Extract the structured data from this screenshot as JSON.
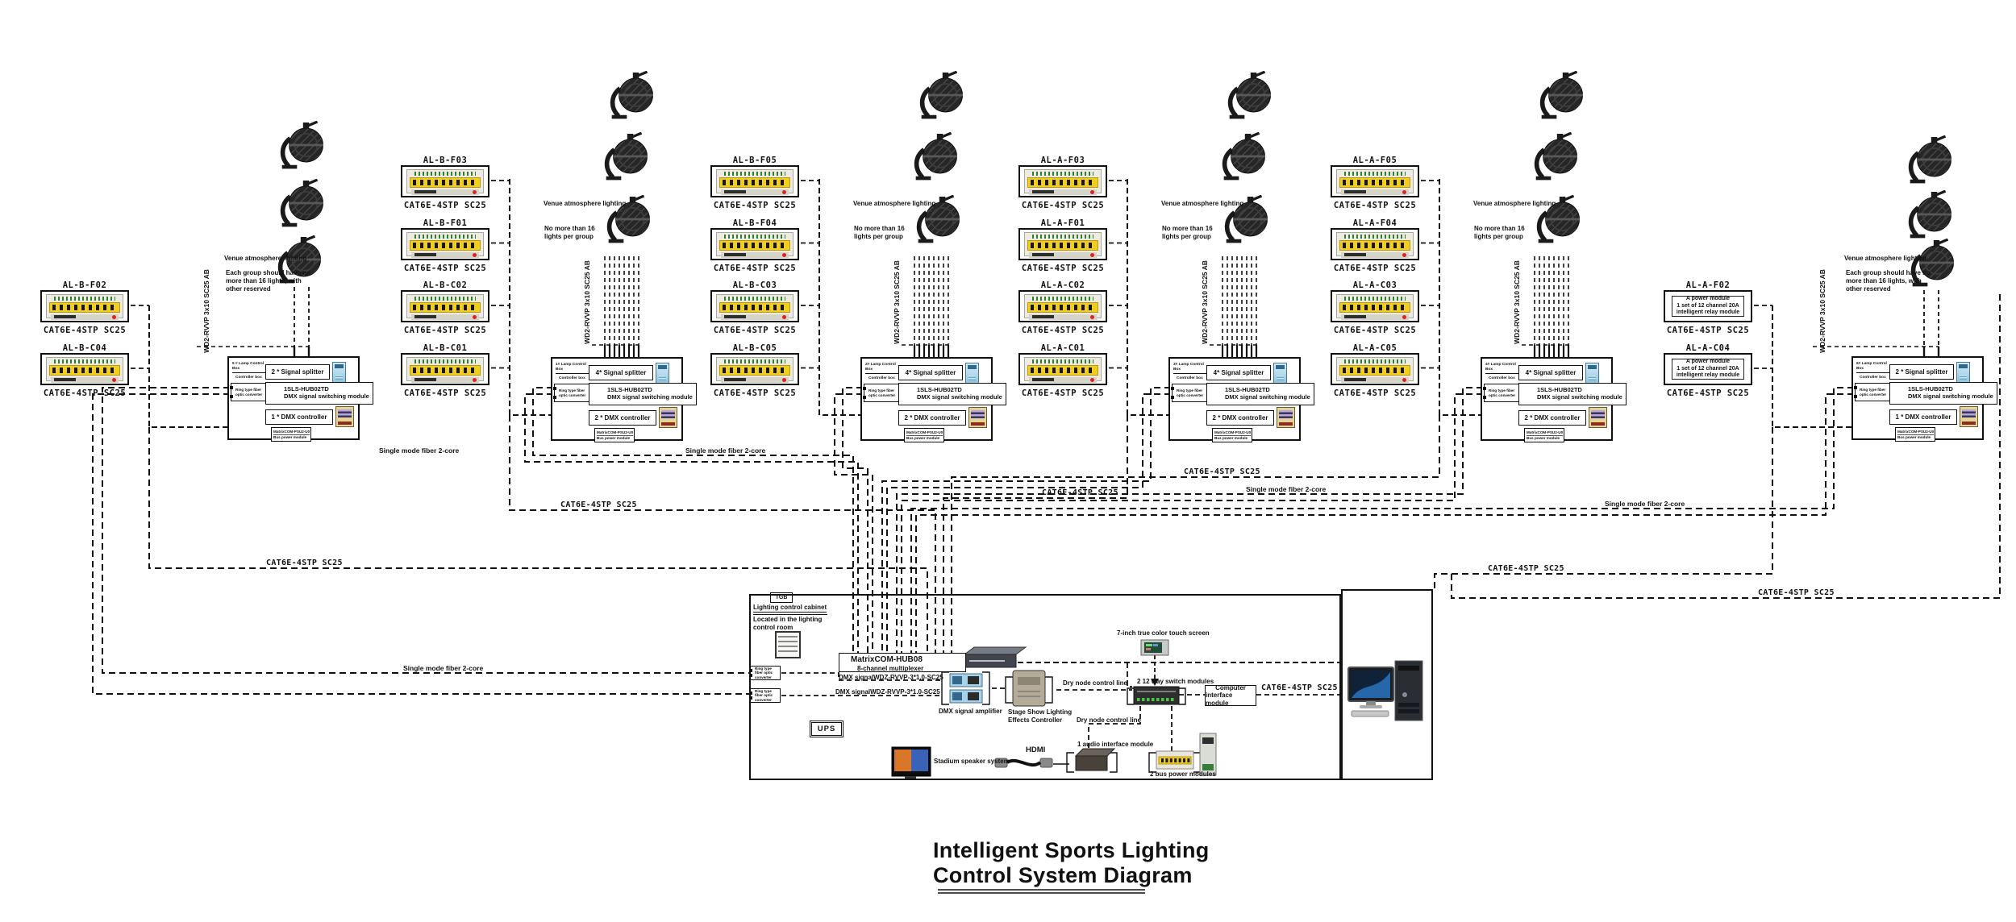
{
  "title": {
    "line1": "Intelligent Sports Lighting",
    "line2": "Control System Diagram"
  },
  "shared": {
    "cable": "CAT6E-4STP SC25",
    "fiber": "Single mode fiber 2-core",
    "branch_cable": "WD2-RVVP 3x10 SC25 AB",
    "venue": "Venue atmosphere lighting",
    "converter": "Ring type fiber optic converter",
    "hub_model": "1SLS-HUB02TD",
    "hub_desc": "DMX signal switching module",
    "bus_model": "MatrixCOM-PSU2-U0",
    "bus_desc": "Bus power module",
    "controller_sub": "Controller box",
    "power_line1": "A power module",
    "power_line2": "1 set of 12 channel 20A",
    "power_line3": "intelligent relay module"
  },
  "clusters": [
    {
      "box_label": "5 # Lamp Control Box",
      "splitter": "2 * Signal splitter",
      "controller": "1 * DMX controller",
      "note": "Each group should have no more than 16 lights, with other reserved",
      "modules": [
        {
          "name": "AL-B-F02"
        },
        {
          "name": "AL-B-C04"
        }
      ]
    },
    {
      "box_label": "1# Lamp Control Box",
      "splitter": "4* Signal splitter",
      "controller": "2 * DMX controller",
      "note": "No more than 16 lights per group",
      "modules": [
        {
          "name": "AL-B-F03"
        },
        {
          "name": "AL-B-F01"
        },
        {
          "name": "AL-B-C02"
        },
        {
          "name": "AL-B-C01"
        }
      ]
    },
    {
      "box_label": "2# Lamp Control Box",
      "splitter": "4* Signal splitter",
      "controller": "2 * DMX controller",
      "note": "No more than 16 lights per group",
      "modules": [
        {
          "name": "AL-B-F05"
        },
        {
          "name": "AL-B-F04"
        },
        {
          "name": "AL-B-C03"
        },
        {
          "name": "AL-B-C05"
        }
      ]
    },
    {
      "box_label": "3# Lamp Control Box",
      "splitter": "4* Signal splitter",
      "controller": "2 * DMX controller",
      "note": "No more than 16 lights per group",
      "modules": [
        {
          "name": "AL-A-F03"
        },
        {
          "name": "AL-A-F01"
        },
        {
          "name": "AL-A-C02"
        },
        {
          "name": "AL-A-C01"
        }
      ]
    },
    {
      "box_label": "4# Lamp Control Box",
      "splitter": "4* Signal splitter",
      "controller": "2 * DMX controller",
      "note": "No more than 16 lights per group",
      "modules": [
        {
          "name": "AL-A-F05"
        },
        {
          "name": "AL-A-F04"
        },
        {
          "name": "AL-A-C03"
        },
        {
          "name": "AL-A-C05"
        }
      ]
    },
    {
      "box_label": "6# Lamp Control Box",
      "splitter": "2 * Signal splitter",
      "controller": "1 * DMX controller",
      "note": "Each group should have no more than 16 lights, with other reserved",
      "modules": [
        {
          "name": "AL-A-F02",
          "power": true
        },
        {
          "name": "AL-A-C04",
          "power": true
        }
      ]
    }
  ],
  "control_room": {
    "tgb": "TGB",
    "cabinet_title": "Lighting control cabinet",
    "cabinet_sub": "Located in the lighting control room",
    "hub_name": "MatrixCOM-HUB08",
    "hub_sub": "8-channel multiplexer",
    "dmx_line": "DMX signalWDZ-RVVP-3*1.0-SC25",
    "amp": "DMX signal amplifier",
    "stage1": "Stage Show Lighting",
    "stage2": "Effects Controller",
    "dry_node": "Dry node control line",
    "ups": "UPS",
    "speaker": "Stadium speaker system",
    "hdmi": "HDMI",
    "audio": "1 audio interface module",
    "bus_power": "2 bus power modules",
    "touch": "7-inch true color touch screen",
    "switch": "2 12 way switch modules",
    "cif1": "Computer",
    "cif2": "interface module"
  }
}
